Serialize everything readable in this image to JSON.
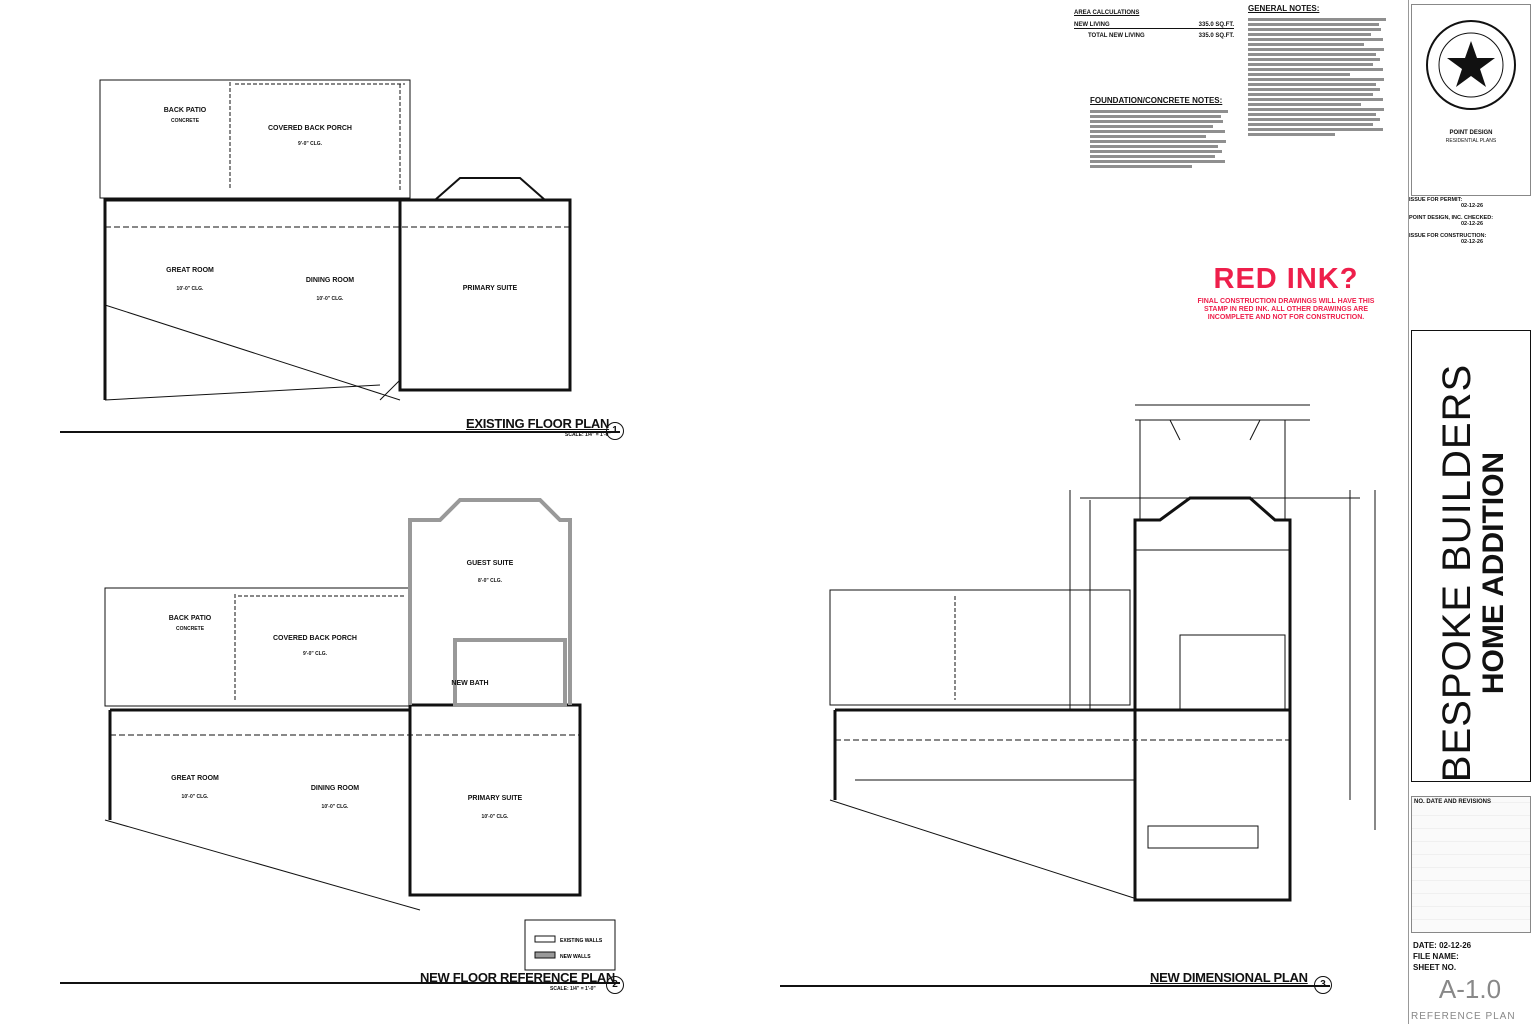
{
  "sheet": {
    "company": "BESPOKE BUILDERS",
    "project": "HOME ADDITION",
    "sheet_number": "A-1.0",
    "sheet_title": "REFERENCE PLAN",
    "date_label": "DATE:",
    "date_value": "02-12-26",
    "file_name_label": "FILE NAME:",
    "sheet_no_label": "SHEET NO.",
    "revisions_label": "NO. DATE AND REVISIONS",
    "issue_for_permit_label": "ISSUE FOR PERMIT:",
    "issue_for_permit_date": "02-12-26",
    "point_design_checked_label": "POINT DESIGN, INC. CHECKED:",
    "point_design_checked_date": "02-12-26",
    "issue_for_construction_label": "ISSUE FOR CONSTRUCTION:",
    "issue_for_construction_date": "02-12-26",
    "logo_text_top": "POINT DESIGN",
    "logo_text_bottom": "RESIDENTIAL PLANS"
  },
  "red_ink": {
    "title": "RED INK?",
    "body": "FINAL CONSTRUCTION DRAWINGS WILL HAVE THIS STAMP IN RED INK. ALL OTHER DRAWINGS ARE INCOMPLETE AND NOT FOR CONSTRUCTION."
  },
  "area_calc": {
    "title": "AREA CALCULATIONS",
    "rows": [
      {
        "label": "NEW LIVING",
        "value": "335.0 SQ.FT."
      },
      {
        "label": "TOTAL NEW LIVING",
        "value": "335.0 SQ.FT."
      }
    ]
  },
  "notes": {
    "general_title": "GENERAL NOTES:",
    "foundation_title": "FOUNDATION/CONCRETE NOTES:"
  },
  "plans": {
    "existing": {
      "title": "EXISTING FLOOR PLAN",
      "number": "1",
      "scale": "SCALE: 1/4\" = 1'-0\""
    },
    "new_reference": {
      "title": "NEW FLOOR REFERENCE PLAN",
      "number": "2",
      "scale": "SCALE: 1/4\" = 1'-0\""
    },
    "dimensional": {
      "title": "NEW DIMENSIONAL PLAN",
      "number": "3"
    }
  },
  "rooms": {
    "back_patio": "BACK PATIO",
    "concrete": "CONCRETE",
    "covered_back_porch": "COVERED BACK PORCH",
    "ceiling_9": "9'-0\" CLG.",
    "great_room": "GREAT ROOM",
    "ceiling_10": "10'-0\" CLG.",
    "dining_room": "DINING ROOM",
    "primary_suite": "PRIMARY SUITE",
    "guest_suite": "GUEST SUITE",
    "ceiling_8": "8'-0\" CLG.",
    "new_bath": "NEW BATH"
  },
  "legend": {
    "existing_walls": "EXISTING WALLS",
    "new_walls": "NEW WALLS"
  }
}
